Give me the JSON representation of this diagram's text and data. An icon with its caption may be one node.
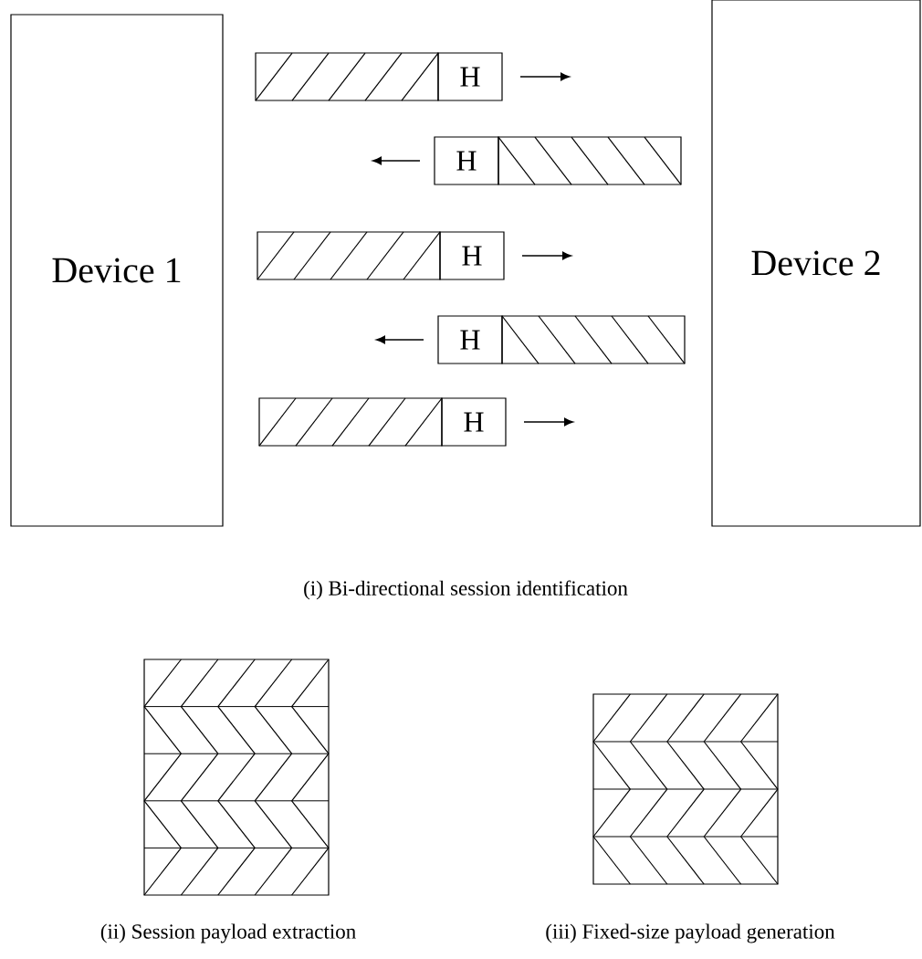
{
  "diagram": {
    "nodes": [
      {
        "text": [
          "Device 1"
        ]
      },
      {
        "text": [
          "Device 2"
        ]
      },
      {
        "text": [
          "H"
        ]
      },
      {
        "text": [
          "H"
        ]
      },
      {
        "text": [
          "H"
        ]
      },
      {
        "text": [
          "H"
        ]
      },
      {
        "text": [
          "H"
        ]
      }
    ],
    "labels": [
      "(i) Bi-directional session identification",
      "(ii) Session payload extraction",
      "(iii) Fixed-size payload generation"
    ]
  }
}
